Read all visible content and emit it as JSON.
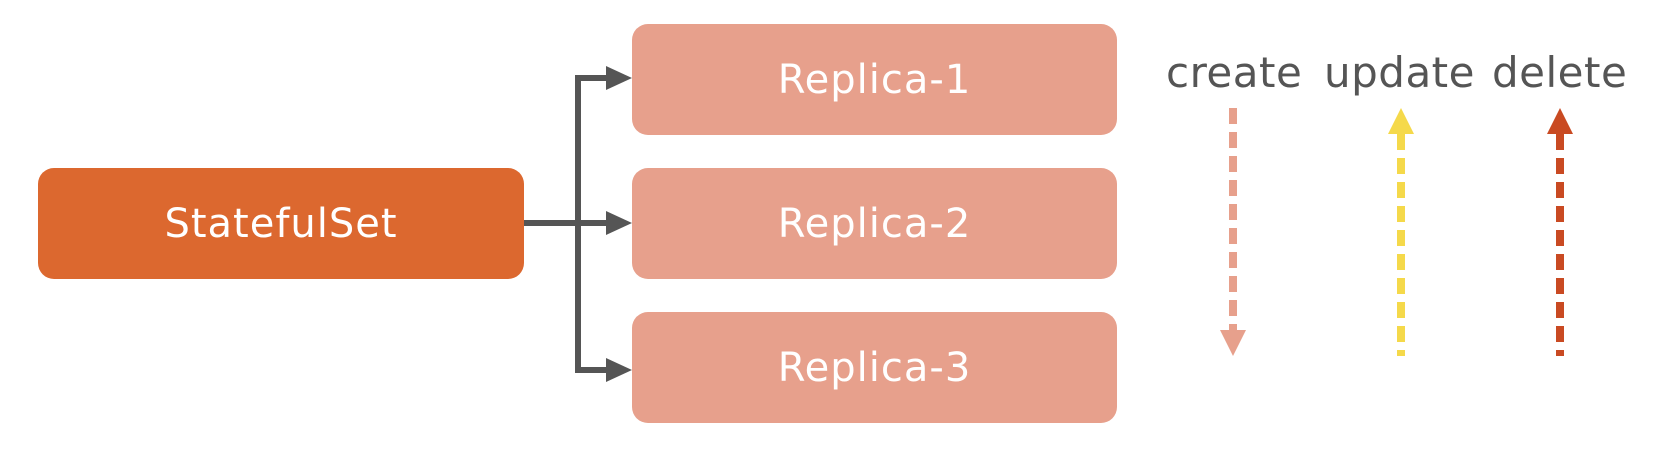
{
  "statefulset": {
    "label": "StatefulSet",
    "color": "#dc682f"
  },
  "replicas": [
    {
      "label": "Replica-1"
    },
    {
      "label": "Replica-2"
    },
    {
      "label": "Replica-3"
    }
  ],
  "replica_color": "#e7a08c",
  "connector_color": "#555555",
  "operations": [
    {
      "label": "create",
      "direction": "down",
      "color": "#e7a08c"
    },
    {
      "label": "update",
      "direction": "up",
      "color": "#f5d94a"
    },
    {
      "label": "delete",
      "direction": "up",
      "color": "#c94a22"
    }
  ]
}
